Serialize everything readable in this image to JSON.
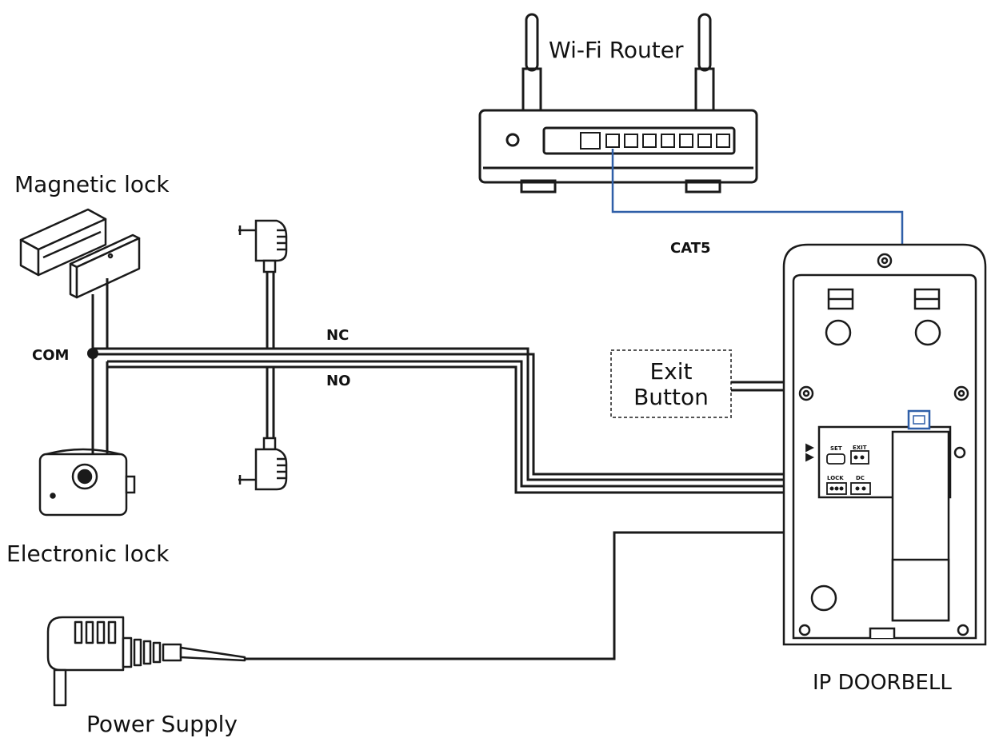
{
  "labels": {
    "router": "Wi-Fi Router",
    "cat5": "CAT5",
    "magnetic_lock": "Magnetic lock",
    "com": "COM",
    "nc": "NC",
    "no": "NO",
    "exit_button_line1": "Exit",
    "exit_button_line2": "Button",
    "electronic_lock": "Electronic lock",
    "power_supply": "Power Supply",
    "doorbell": "IP DOORBELL",
    "term_set": "SET",
    "term_exit": "EXIT",
    "term_lock": "LOCK",
    "term_dc": "DC"
  },
  "colors": {
    "line": "#1a1a1a",
    "cat5_cable": "#2f5fa8"
  },
  "icons": [
    "wifi-router-icon",
    "magnetic-lock-icon",
    "electronic-lock-icon",
    "power-adapter-icon",
    "ip-doorbell-icon",
    "rj45-jack-icon"
  ]
}
